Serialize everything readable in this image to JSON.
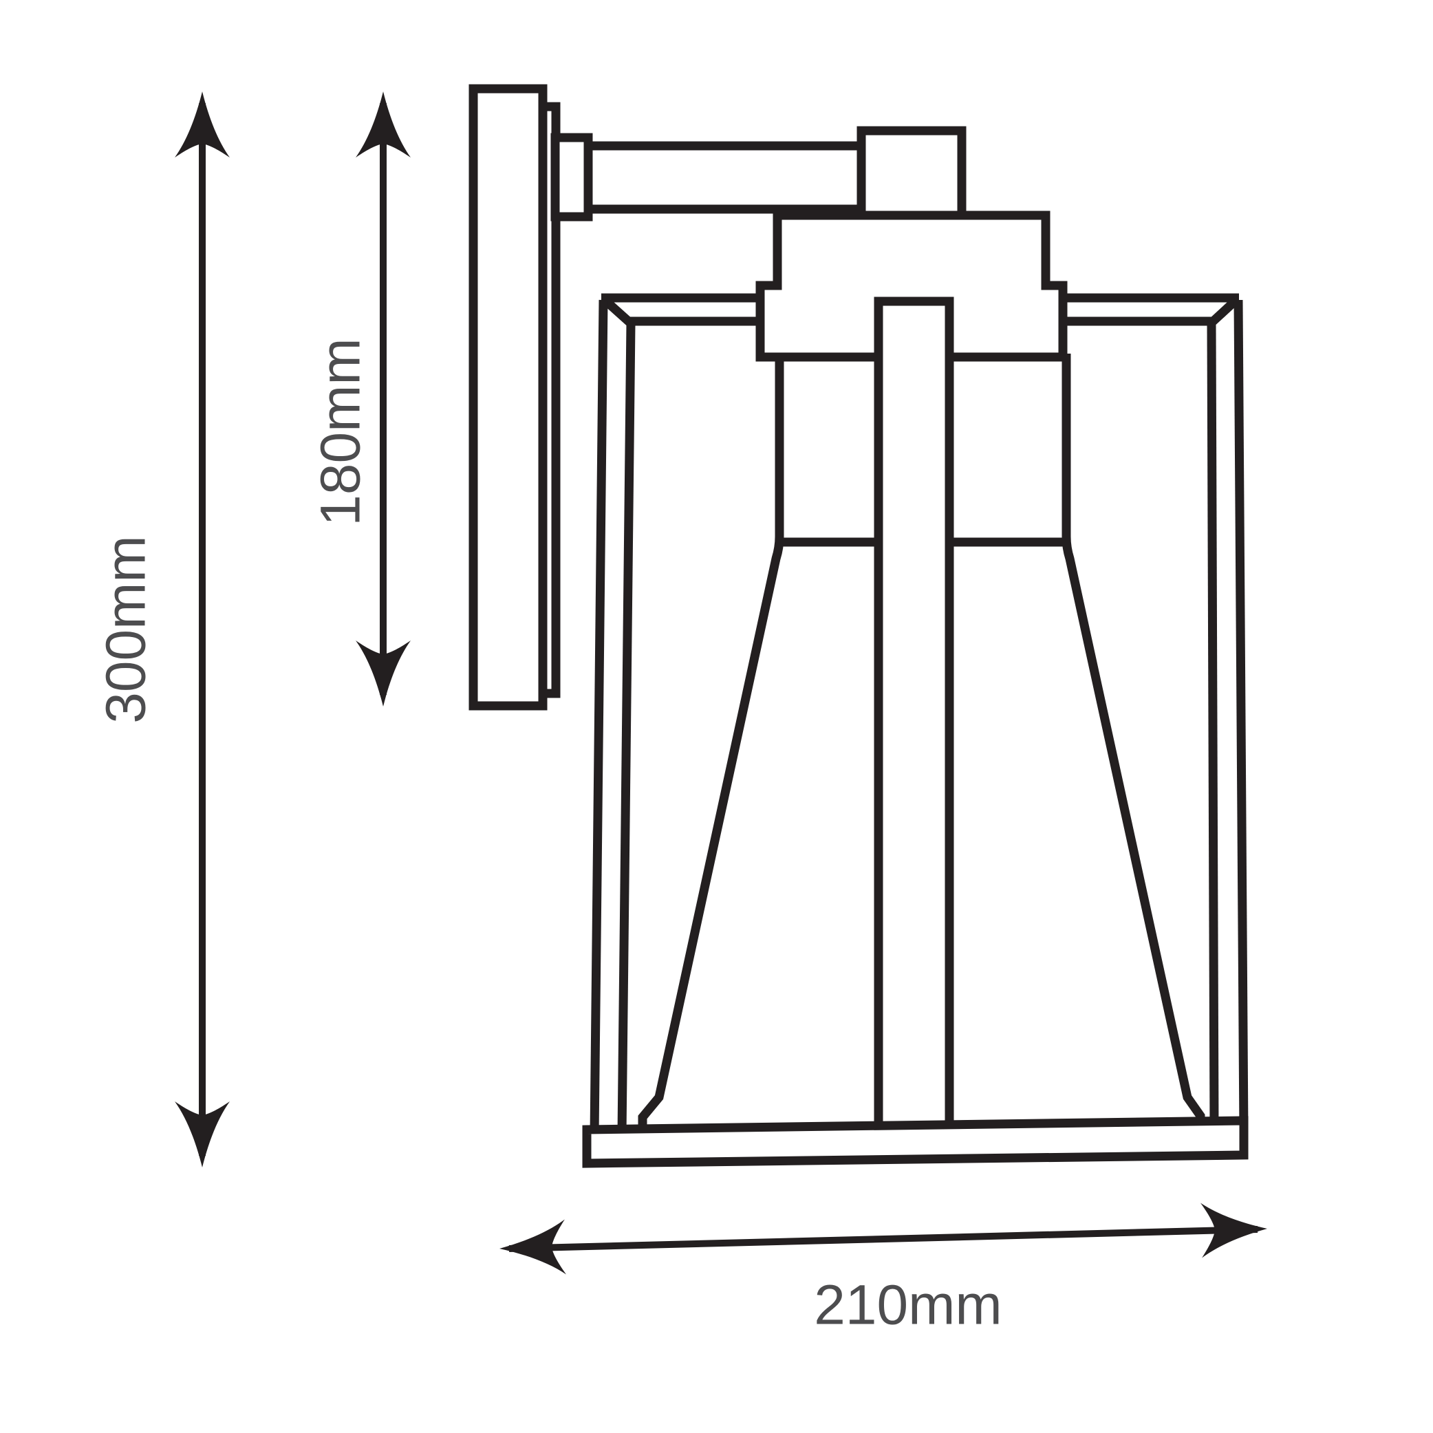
{
  "diagram": {
    "type": "technical-dimension-drawing",
    "subject": "Outdoor wall lantern, side profile line drawing with dimension arrows",
    "units": "mm",
    "dimensions": {
      "overall_height": {
        "label": "300mm",
        "value": 300,
        "orientation": "vertical",
        "arrow": "double-headed-vertical",
        "measures": "overall fixture height"
      },
      "backplate_height": {
        "label": "180mm",
        "value": 180,
        "orientation": "vertical",
        "arrow": "double-headed-vertical",
        "measures": "wall backplate height"
      },
      "overall_width": {
        "label": "210mm",
        "value": 210,
        "orientation": "horizontal",
        "arrow": "double-headed-horizontal",
        "measures": "overall fixture width / projection"
      }
    },
    "parts": [
      "wall backplate",
      "backplate side edge",
      "mounting collar",
      "mounting arm",
      "hanger block",
      "lantern top mount with flange",
      "center support bar",
      "tapered glass shade",
      "lantern cage frame",
      "lantern base band"
    ],
    "icons": {
      "arrowhead_style": "stealth-arrowhead"
    },
    "colors": {
      "line": "#231f20",
      "label": "#4d4d4f",
      "background": "#ffffff"
    }
  }
}
